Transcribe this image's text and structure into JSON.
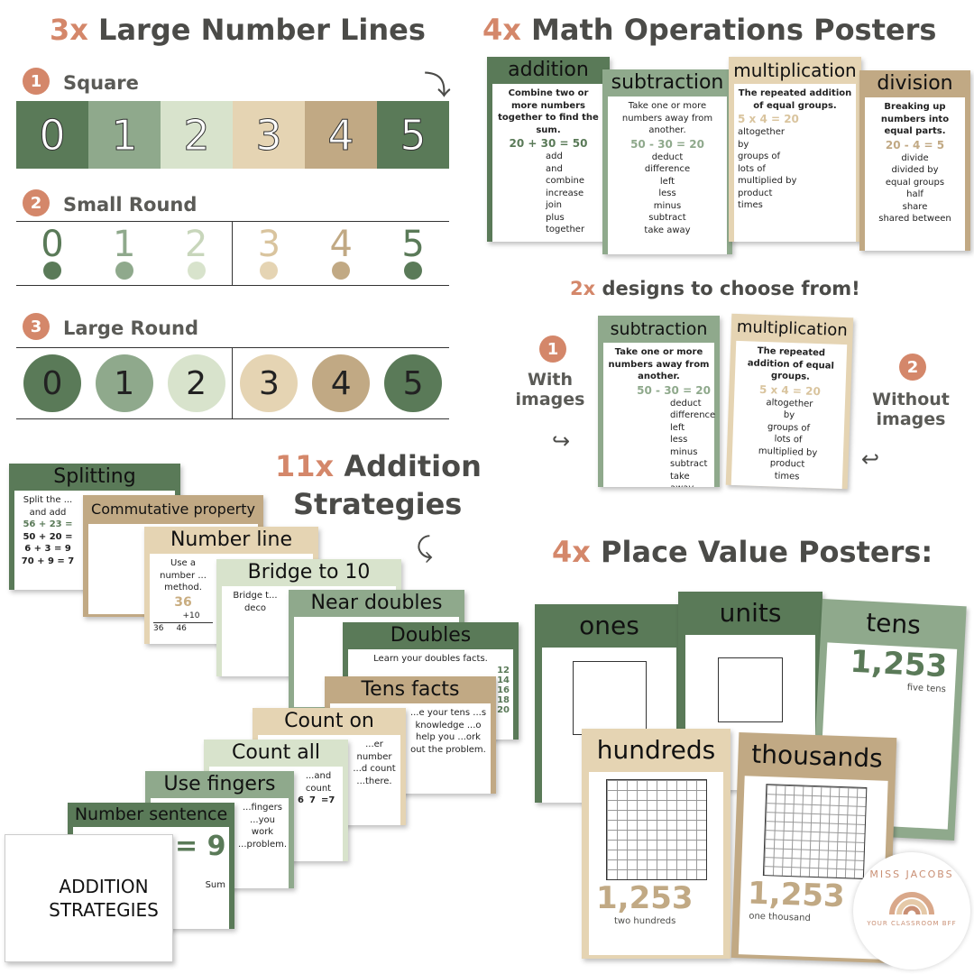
{
  "colors": {
    "dark_green": "#5a7a58",
    "mid_green": "#8fa98c",
    "light_green": "#d8e3cc",
    "beige": "#e5d4b3",
    "tan": "#c1a984",
    "coral": "#d4876a",
    "text": "#4b4b48"
  },
  "number_lines": {
    "count": "3x",
    "title": "Large Number Lines",
    "styles": [
      {
        "n": "1",
        "label": "Square"
      },
      {
        "n": "2",
        "label": "Small Round"
      },
      {
        "n": "3",
        "label": "Large Round"
      }
    ],
    "digits": [
      "0",
      "1",
      "2",
      "3",
      "4",
      "5"
    ]
  },
  "operations": {
    "count": "4x",
    "title": "Math Operations Posters",
    "posters": [
      {
        "title": "addition",
        "desc": "Combine two or more numbers together to find the sum.",
        "eq": "20 + 30 = 50",
        "words": [
          "add",
          "and",
          "combine",
          "increase",
          "join",
          "plus",
          "together"
        ]
      },
      {
        "title": "subtraction",
        "desc": "Take one or more numbers away from another.",
        "eq": "50 - 30 = 20",
        "words": [
          "deduct",
          "difference",
          "left",
          "less",
          "minus",
          "subtract",
          "take away"
        ]
      },
      {
        "title": "multiplication",
        "desc": "The repeated addition of equal groups.",
        "eq": "5 x 4 = 20",
        "words": [
          "altogether",
          "by",
          "groups of",
          "lots of",
          "multiplied by",
          "product",
          "times"
        ]
      },
      {
        "title": "division",
        "desc": "Breaking up numbers into equal parts.",
        "eq": "20 - 4 = 5",
        "words": [
          "divide",
          "divided by",
          "equal groups",
          "half",
          "share",
          "shared between"
        ]
      }
    ]
  },
  "designs": {
    "count": "2x",
    "title": "designs to choose from!",
    "opt1_n": "1",
    "opt1": "With images",
    "opt2_n": "2",
    "opt2": "Without images",
    "sub": {
      "title": "subtraction",
      "desc": "Take one or more numbers away from another.",
      "eq": "50 - 30 = 20",
      "words": [
        "deduct",
        "difference",
        "left",
        "less",
        "minus",
        "subtract",
        "take away"
      ]
    },
    "mul": {
      "title": "multiplication",
      "desc": "The repeated addition of equal groups.",
      "eq": "5 x 4 = 20",
      "words": [
        "altogether",
        "by",
        "groups of",
        "lots of",
        "multiplied by",
        "product",
        "times"
      ]
    }
  },
  "addition": {
    "count": "11x",
    "title1": "Addition",
    "title2": "Strategies",
    "cards": [
      {
        "title": "Splitting",
        "text": "Split the ... and add",
        "lines": [
          "56 + 23 =",
          "50 + 20 =",
          "6 + 3 = 9",
          "70 + 9 = 7"
        ]
      },
      {
        "title": "Commutative property"
      },
      {
        "title": "Number line",
        "text": "Use a number ... method.",
        "eq": "36",
        "jump": "+10",
        "ticks": [
          "36",
          "46"
        ]
      },
      {
        "title": "Bridge to 10",
        "text": "Bridge t... deco"
      },
      {
        "title": "Near doubles"
      },
      {
        "title": "Doubles",
        "text": "Learn your doubles facts.",
        "lines": [
          "12",
          "14",
          "16",
          "18",
          "20"
        ]
      },
      {
        "title": "Tens facts",
        "text": "...e your tens ...s knowledge ...o help you ...ork out the problem."
      },
      {
        "title": "Count on",
        "text": "...er number ...d count ...there."
      },
      {
        "title": "Count all",
        "text": "...and count",
        "lines": [
          "6",
          "7",
          "=7"
        ]
      },
      {
        "title": "Use fingers",
        "text": "...fingers ...you work ...problem."
      },
      {
        "title": "Number sentence",
        "eq": "= 9",
        "caption": "Sum"
      }
    ],
    "cover": "ADDITION STRATEGIES"
  },
  "place_value": {
    "count": "4x",
    "title": "Place Value Posters:",
    "posters": [
      {
        "title": "ones"
      },
      {
        "title": "units"
      },
      {
        "title": "tens",
        "number": "1,253",
        "caption": "five tens"
      },
      {
        "title": "hundreds",
        "number": "1,253",
        "caption": "two hundreds"
      },
      {
        "title": "thousands",
        "number": "1,253",
        "caption": "one thousand"
      }
    ]
  },
  "logo": {
    "name": "MISS JACOBS",
    "tagline": "YOUR CLASSROOM BFF"
  }
}
